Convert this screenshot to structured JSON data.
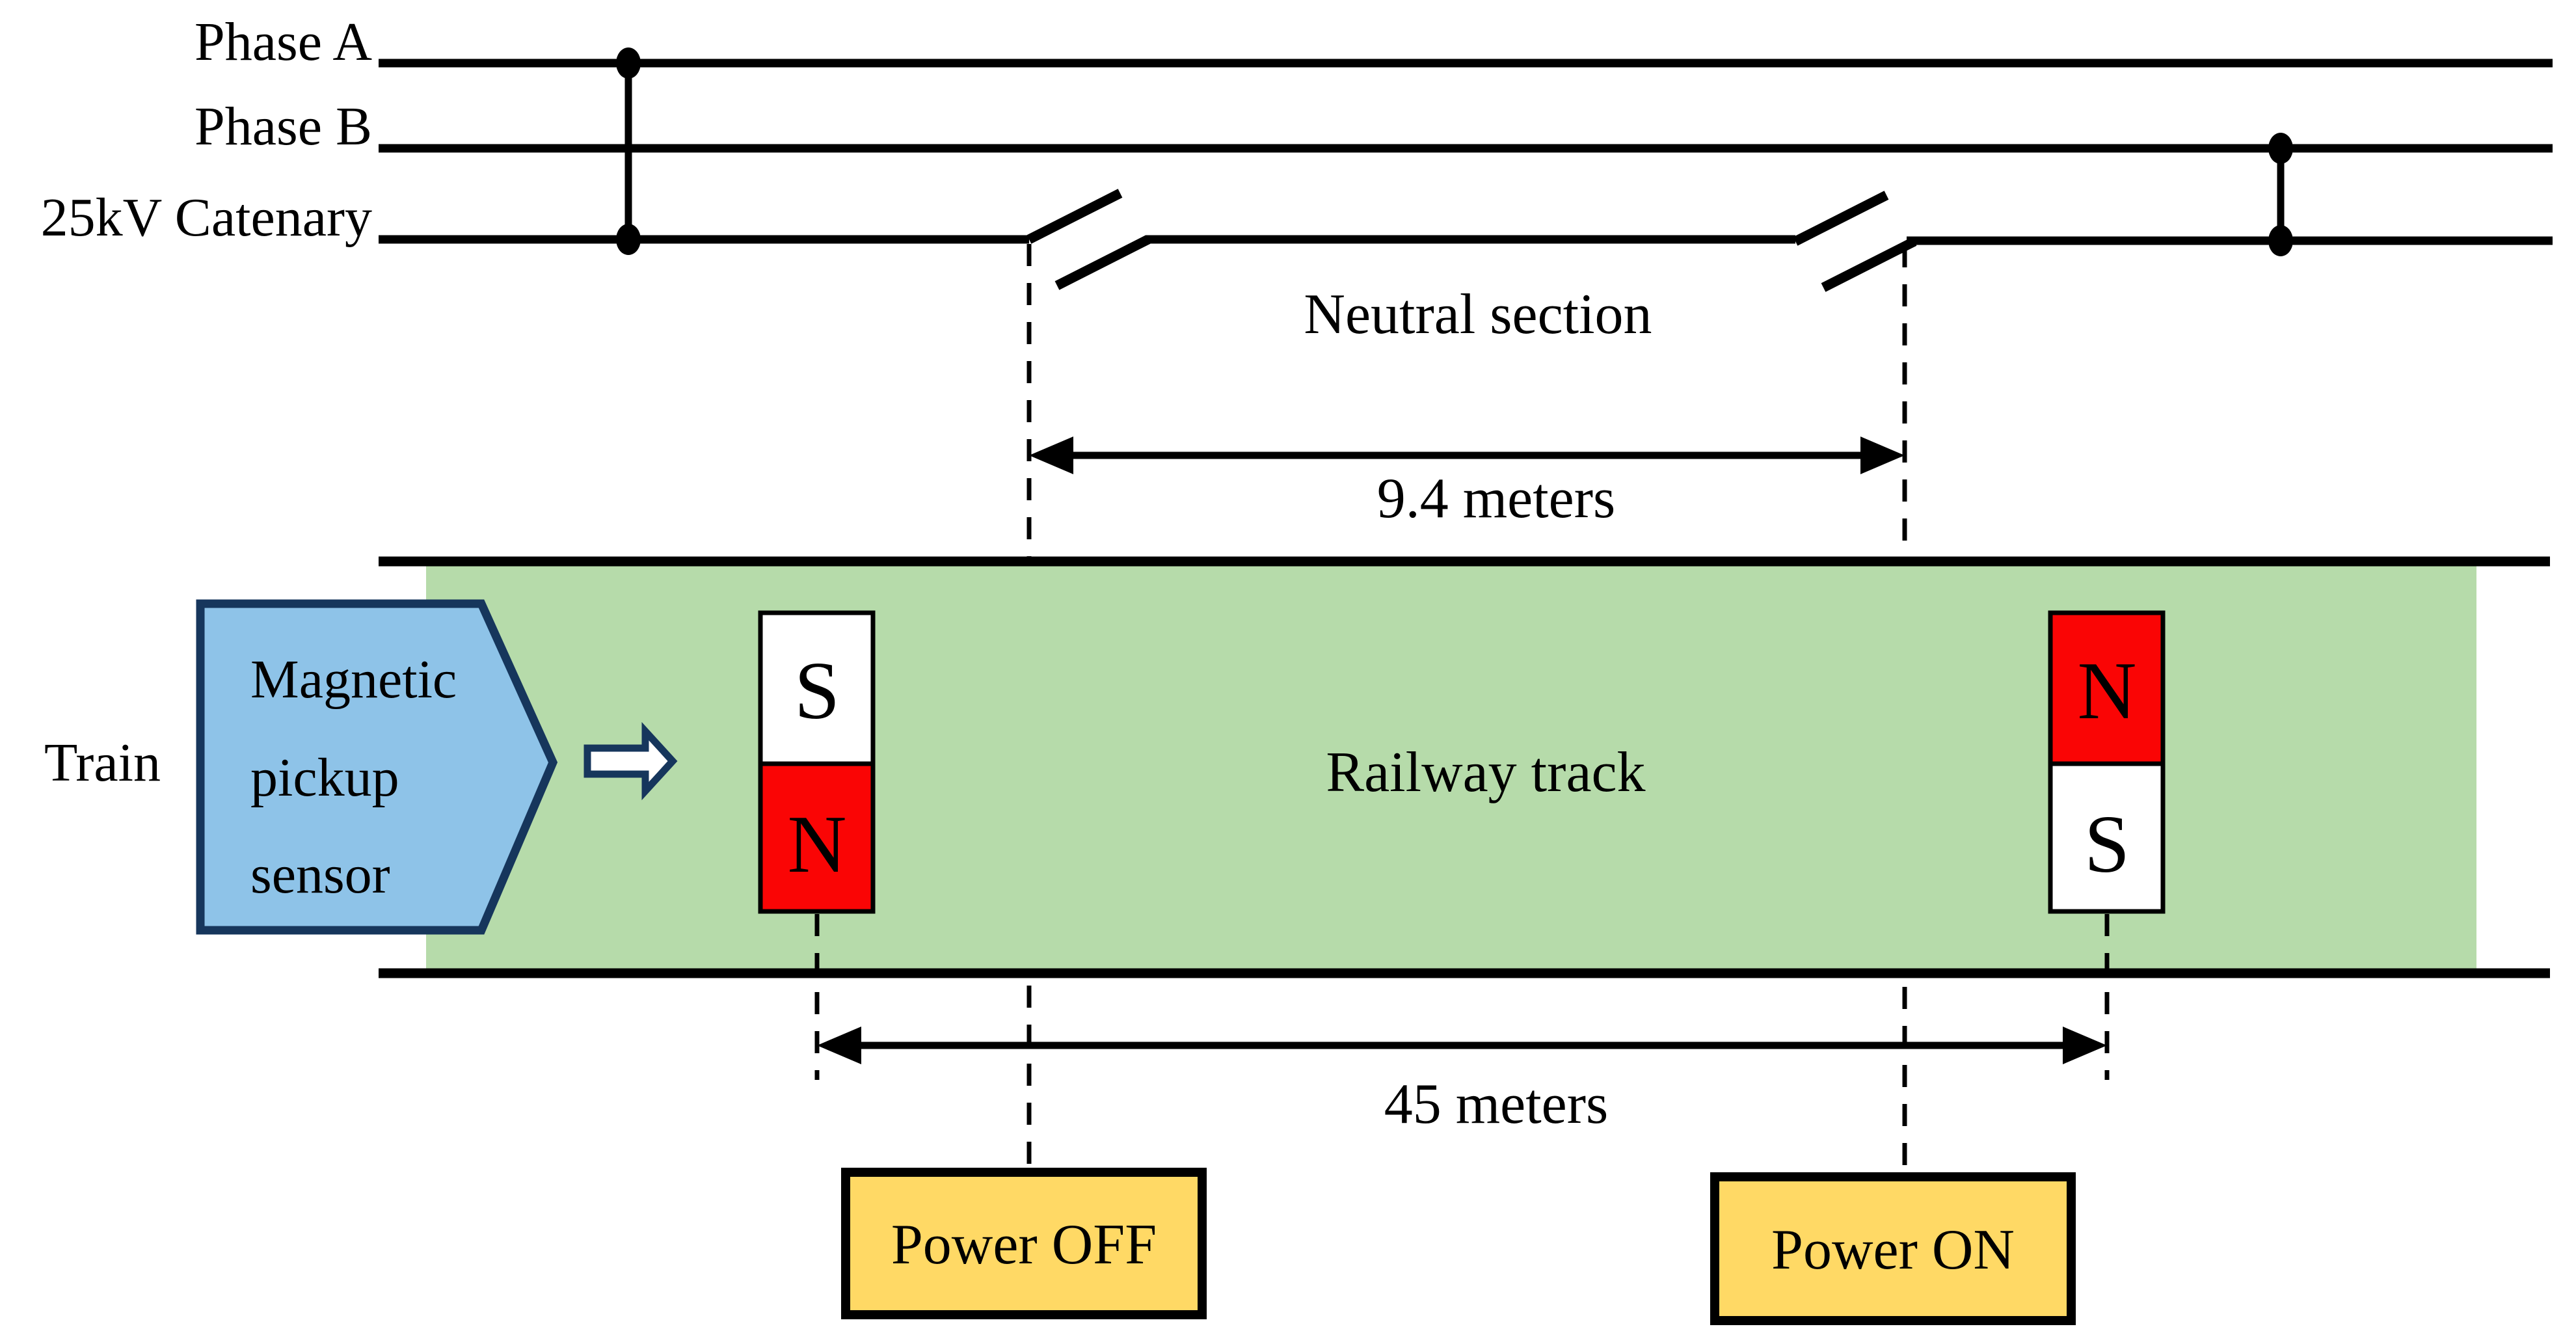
{
  "circuit": {
    "phase_a": "Phase A",
    "phase_b": "Phase B",
    "catenary": "25kV Catenary",
    "neutral_section": "Neutral section"
  },
  "measure": {
    "neutral_length": "9.4 meters",
    "span_length": "45 meters",
    "neutral_length_m": 9.4,
    "span_length_m": 45
  },
  "track": {
    "label": "Railway track",
    "train": "Train"
  },
  "sensor": {
    "lines": [
      "Magnetic",
      "pickup",
      "sensor"
    ]
  },
  "magnets": {
    "left": {
      "top": "S",
      "bottom": "N"
    },
    "right": {
      "top": "N",
      "bottom": "S"
    }
  },
  "power": {
    "off": "Power OFF",
    "on": "Power ON"
  },
  "colors": {
    "ink": "#000000",
    "track-green": "#B6DBAA",
    "sensor-blue": "#8EC3E8",
    "outline-navy": "#16365C",
    "magnet-red": "#FA0505",
    "power-yellow": "#FFD965"
  }
}
